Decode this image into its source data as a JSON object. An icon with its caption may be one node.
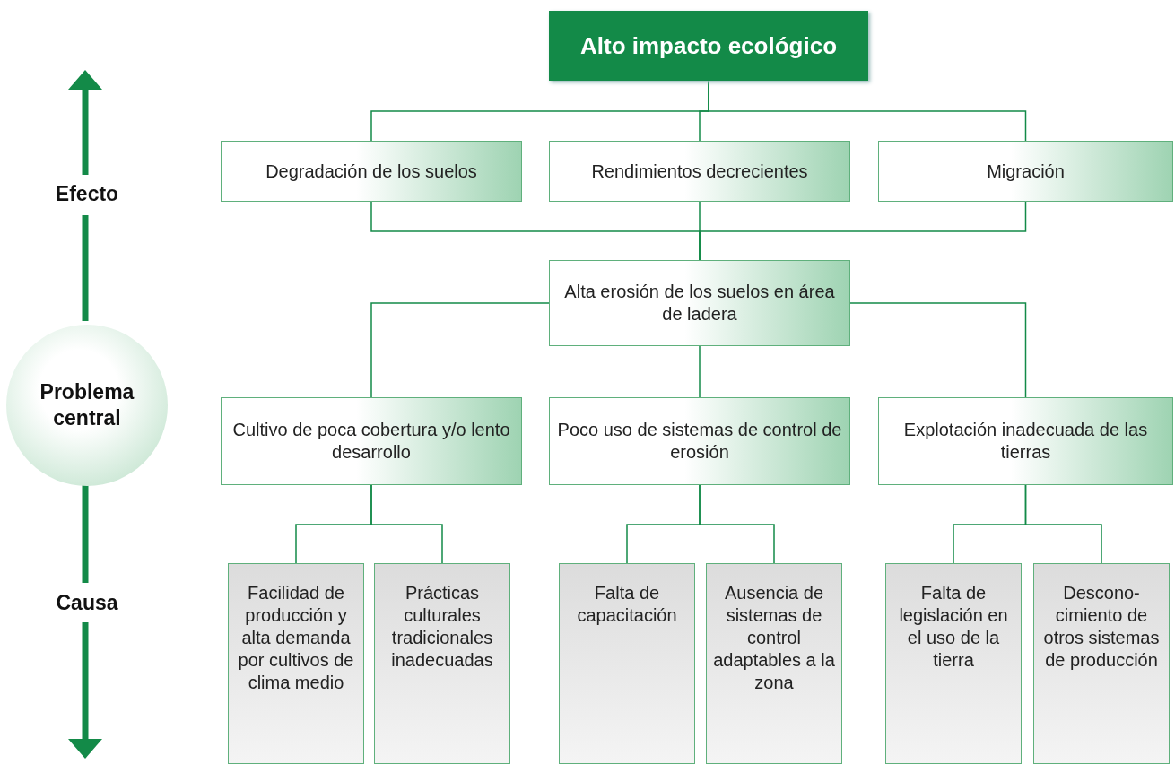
{
  "diagram": {
    "nodes": [
      {
        "text": [
          "Alto impacto ecológico"
        ]
      },
      {
        "text": [
          "Degradación de los suelos"
        ]
      },
      {
        "text": [
          "Rendimientos decrecientes"
        ]
      },
      {
        "text": [
          "Migración"
        ]
      },
      {
        "text": [
          "Alta erosión de los suelos en área de ladera"
        ]
      },
      {
        "text": [
          "Cultivo de poca cobertura y/o lento desarrollo"
        ]
      },
      {
        "text": [
          "Poco uso de sistemas de control de erosión"
        ]
      },
      {
        "text": [
          "Explotación inadecuada de las tierras"
        ]
      },
      {
        "text": [
          "Facilidad de producción y alta demanda por cultivos de clima medio"
        ]
      },
      {
        "text": [
          "Prácticas culturales tradicionales inadecuadas"
        ]
      },
      {
        "text": [
          "Falta de capacitación"
        ]
      },
      {
        "text": [
          "Ausencia de sistemas de control adaptables a la zona"
        ]
      },
      {
        "text": [
          "Falta de legislación en el uso de la tierra"
        ]
      },
      {
        "text": [
          "Descono- cimiento de otros sistemas de producción"
        ]
      },
      {
        "text": [
          "Problema central"
        ]
      }
    ],
    "edges": [
      {
        "from": 0,
        "to": 1,
        "arrow": "none"
      },
      {
        "from": 0,
        "to": 2,
        "arrow": "none"
      },
      {
        "from": 0,
        "to": 3,
        "arrow": "none"
      },
      {
        "from": 1,
        "to": 4,
        "arrow": "none"
      },
      {
        "from": 2,
        "to": 4,
        "arrow": "none"
      },
      {
        "from": 3,
        "to": 4,
        "arrow": "none"
      },
      {
        "from": 4,
        "to": 5,
        "arrow": "none"
      },
      {
        "from": 4,
        "to": 6,
        "arrow": "none"
      },
      {
        "from": 4,
        "to": 7,
        "arrow": "none"
      },
      {
        "from": 5,
        "to": 8,
        "arrow": "none"
      },
      {
        "from": 5,
        "to": 9,
        "arrow": "none"
      },
      {
        "from": 6,
        "to": 10,
        "arrow": "none"
      },
      {
        "from": 6,
        "to": 11,
        "arrow": "none"
      },
      {
        "from": 7,
        "to": 12,
        "arrow": "none"
      },
      {
        "from": 7,
        "to": 13,
        "arrow": "none"
      }
    ],
    "labels": [
      "Efecto",
      "Causa"
    ]
  }
}
